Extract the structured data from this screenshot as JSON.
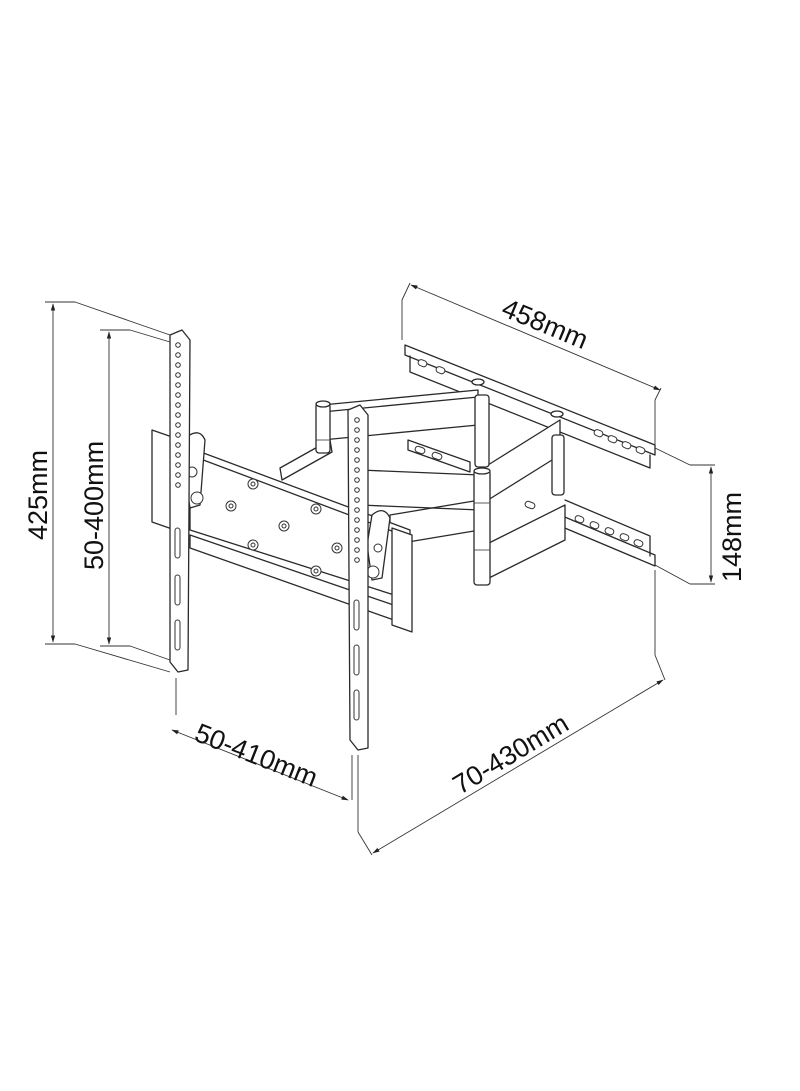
{
  "diagram": {
    "subject": "Full-motion articulating TV wall mount bracket",
    "line_color": "#2a2a2a",
    "background": "#ffffff",
    "dimensions": {
      "overall_height": "425mm",
      "vesa_vertical": "50-400mm",
      "vesa_horizontal": "50-410mm",
      "extension": "70-430mm",
      "wall_plate_width": "458mm",
      "wall_plate_height": "148mm"
    }
  }
}
